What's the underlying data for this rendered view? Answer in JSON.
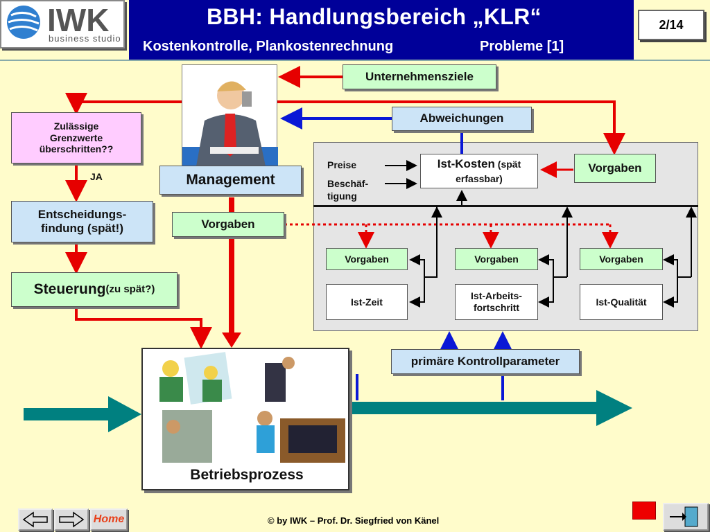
{
  "header": {
    "logo_big": "IWK",
    "logo_small": "business studio",
    "title": "BBH: Handlungsbereich „KLR“",
    "subtitle": "Kostenkontrolle, Plankostenrechnung",
    "subtitle_right": "Probleme [1]",
    "page": "2/14"
  },
  "boxes": {
    "unternehmensziele": "Unternehmensziele",
    "abweichungen": "Abweichungen",
    "zulaessige": "Zulässige Grenzwerte überschritten??",
    "ja": "JA",
    "management": "Management",
    "entscheidung": "Entscheidungs-findung (spät!)",
    "vorgaben_mgmt": "Vorgaben",
    "steuerung_main": "Steuerung",
    "steuerung_sub": " (zu spät?)",
    "preise": "Preise",
    "beschaef": "Beschäf-tigung",
    "istkosten_main": "Ist-Kosten",
    "istkosten_sub": " (spät erfassbar)",
    "vorgaben_top": "Vorgaben",
    "vorgaben1": "Vorgaben",
    "vorgaben2": "Vorgaben",
    "vorgaben3": "Vorgaben",
    "istzeit": "Ist-Zeit",
    "istarbeit": "Ist-Arbeits-fortschritt",
    "istqual": "Ist-Qualität",
    "primaere": "primäre Kontrollparameter",
    "betriebsprozess": "Betriebsprozess"
  },
  "footer": {
    "copyright": "© by IWK – Prof. Dr. Siegfried von Känel",
    "home": "Home"
  },
  "colors": {
    "red": "#e60000",
    "blue": "#0a18d6",
    "teal": "#008080",
    "title_band": "#000099"
  }
}
